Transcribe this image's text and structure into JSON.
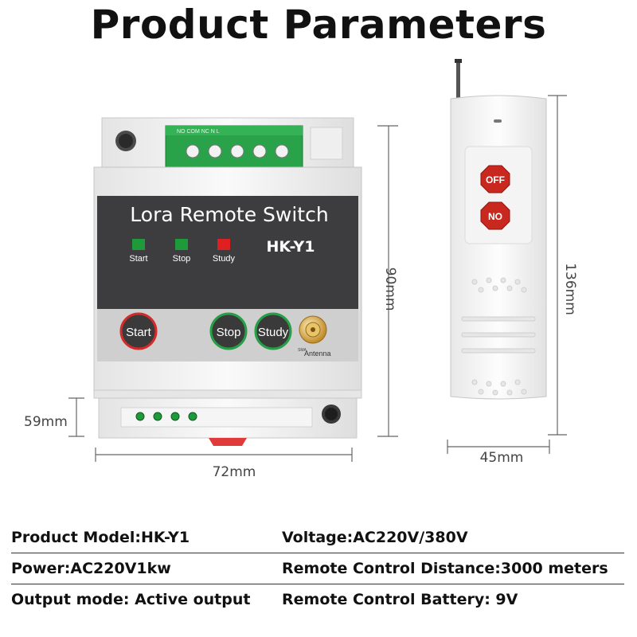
{
  "title": "Product Parameters",
  "device": {
    "name": "Lora Remote Switch",
    "model": "HK-Y1",
    "terminal_labels": "NO COM NC   N    L",
    "indicators": [
      {
        "label": "Start",
        "color": "#1f9a3a"
      },
      {
        "label": "Stop",
        "color": "#1f9a3a"
      },
      {
        "label": "Study",
        "color": "#e02020"
      }
    ],
    "buttons": {
      "start": "Start",
      "stop": "Stop",
      "study": "Study"
    },
    "antenna_label": "Antenna",
    "antenna_prefix": "SMA"
  },
  "remote": {
    "off_label": "OFF",
    "no_label": "NO"
  },
  "dimensions": {
    "height_device": "90mm",
    "depth_device": "59mm",
    "width_device": "72mm",
    "height_remote": "136mm",
    "width_remote": "45mm"
  },
  "specs": {
    "model": "Product Model:HK-Y1",
    "voltage": "Voltage:AC220V/380V",
    "power": "Power:AC220V1kw",
    "distance": "Remote Control Distance:3000 meters",
    "output": "Output mode: Active output",
    "battery": "Remote Control Battery: 9V"
  }
}
